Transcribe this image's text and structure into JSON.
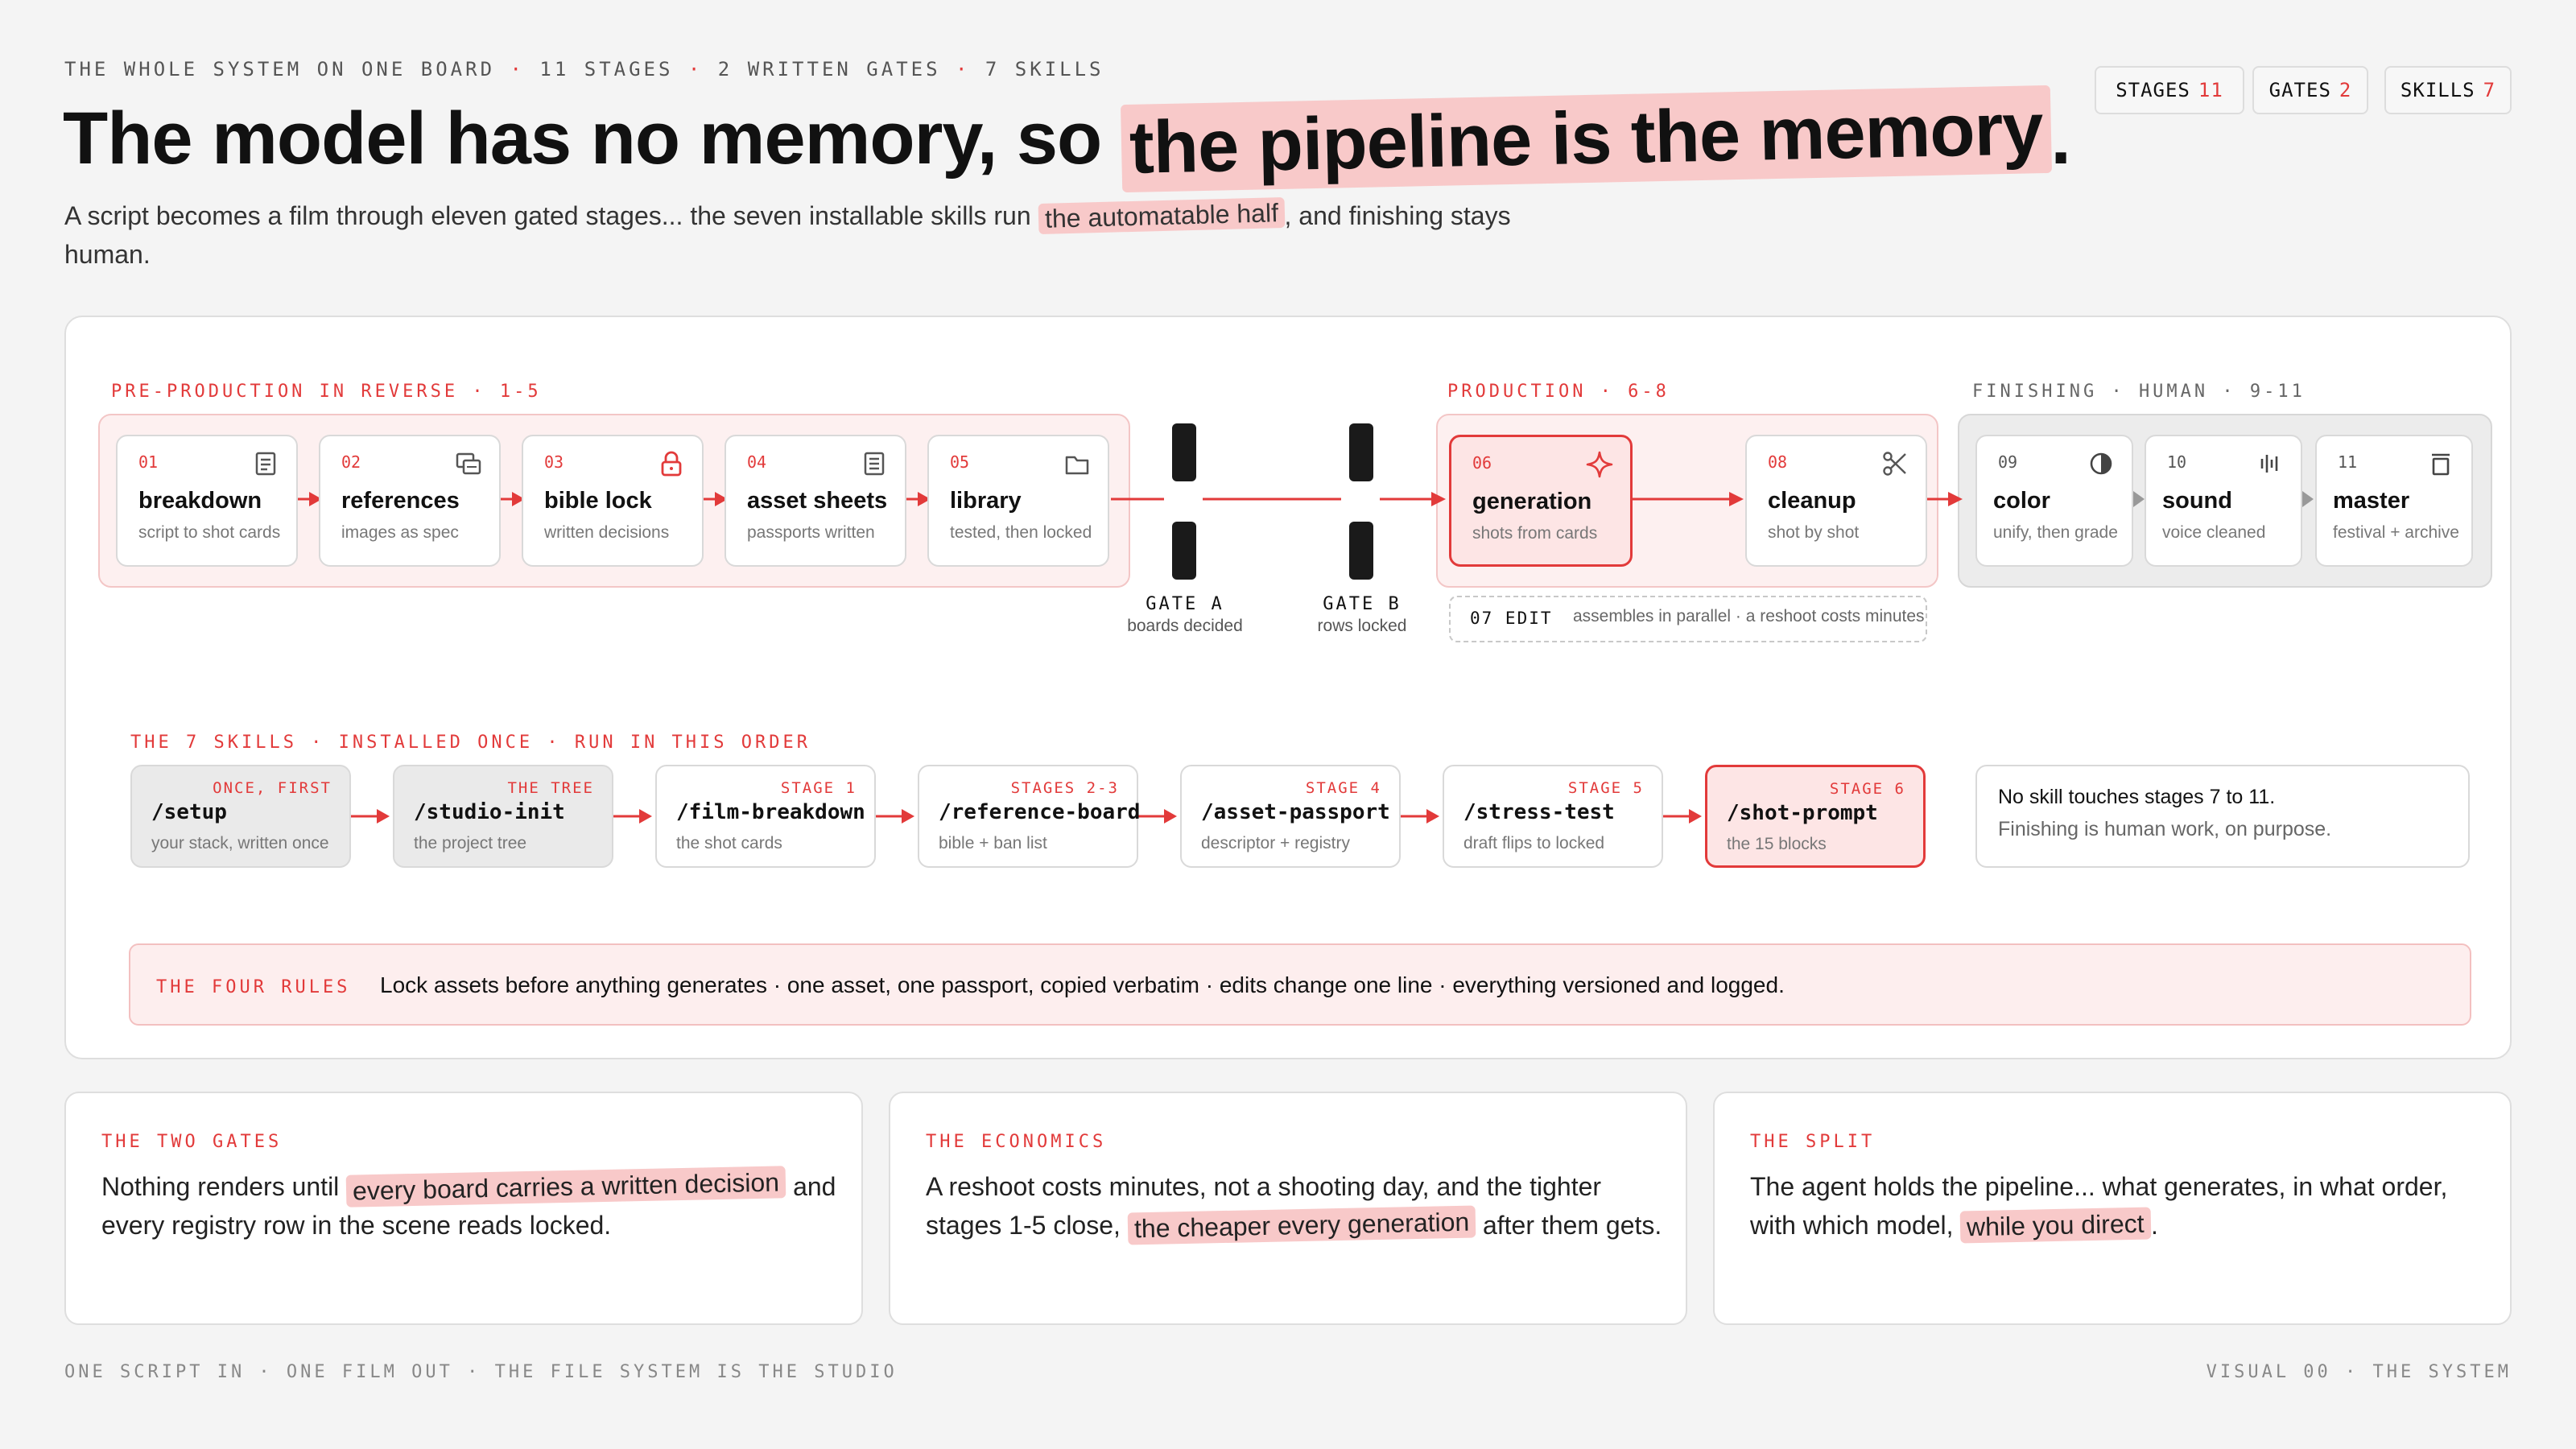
{
  "header": {
    "eyebrow": [
      "THE WHOLE SYSTEM ON ONE BOARD",
      "11 STAGES",
      "2 WRITTEN GATES",
      "7 SKILLS"
    ],
    "eyebrow_sep": "·",
    "title_a": "The model has no memory, so ",
    "title_hl": "the pipeline is the memory",
    "title_end": ".",
    "subtitle_a": "A script becomes a film through eleven gated stages... the seven installable skills run ",
    "subtitle_hl": "the automatable half",
    "subtitle_b": ", and finishing stays human."
  },
  "pills": [
    {
      "label": "STAGES",
      "value": "11"
    },
    {
      "label": "GATES",
      "value": "2"
    },
    {
      "label": "SKILLS",
      "value": "7"
    }
  ],
  "sections": {
    "pre": "PRE-PRODUCTION IN REVERSE · 1-5",
    "prod": "PRODUCTION · 6-8",
    "fin": "FINISHING · HUMAN · 9-11",
    "skills": "THE 7 SKILLS · INSTALLED ONCE · RUN IN THIS ORDER"
  },
  "stages": [
    {
      "num": "01",
      "name": "breakdown",
      "desc": "script to shot cards",
      "icon": "document-icon"
    },
    {
      "num": "02",
      "name": "references",
      "desc": "images as spec",
      "icon": "images-icon"
    },
    {
      "num": "03",
      "name": "bible lock",
      "desc": "written decisions",
      "icon": "lock-icon"
    },
    {
      "num": "04",
      "name": "asset sheets",
      "desc": "passports written",
      "icon": "sheet-icon"
    },
    {
      "num": "05",
      "name": "library",
      "desc": "tested, then locked",
      "icon": "folder-icon"
    },
    {
      "num": "06",
      "name": "generation",
      "desc": "shots from cards",
      "icon": "sparkle-icon"
    },
    {
      "num": "08",
      "name": "cleanup",
      "desc": "shot by shot",
      "icon": "scissors-icon"
    },
    {
      "num": "09",
      "name": "color",
      "desc": "unify, then grade",
      "icon": "contrast-icon"
    },
    {
      "num": "10",
      "name": "sound",
      "desc": "voice cleaned",
      "icon": "waveform-icon"
    },
    {
      "num": "11",
      "name": "master",
      "desc": "festival + archive",
      "icon": "archive-icon"
    }
  ],
  "gates": [
    {
      "label": "GATE A",
      "sub": "boards decided"
    },
    {
      "label": "GATE B",
      "sub": "rows locked"
    }
  ],
  "edit": {
    "tag": "07 EDIT",
    "note": "assembles in parallel · a reshoot costs minutes"
  },
  "skills": [
    {
      "tag": "ONCE, FIRST",
      "cmd": "/setup",
      "desc": "your stack, written once"
    },
    {
      "tag": "THE TREE",
      "cmd": "/studio-init",
      "desc": "the project tree"
    },
    {
      "tag": "STAGE 1",
      "cmd": "/film-breakdown",
      "desc": "the shot cards"
    },
    {
      "tag": "STAGES 2-3",
      "cmd": "/reference-board",
      "desc": "bible + ban list"
    },
    {
      "tag": "STAGE 4",
      "cmd": "/asset-passport",
      "desc": "descriptor + registry"
    },
    {
      "tag": "STAGE 5",
      "cmd": "/stress-test",
      "desc": "draft flips to locked"
    },
    {
      "tag": "STAGE 6",
      "cmd": "/shot-prompt",
      "desc": "the 15 blocks"
    }
  ],
  "note": {
    "line1": "No skill touches stages 7 to 11.",
    "line2": "Finishing is human work, on purpose."
  },
  "rules": {
    "label": "THE FOUR RULES",
    "text": "Lock assets before anything generates · one asset, one passport, copied verbatim · edits change one line · everything versioned and logged."
  },
  "cards": [
    {
      "label": "THE TWO GATES",
      "a": "Nothing renders until ",
      "hl": "every board carries a written decision",
      "b": " and every registry row in the scene reads locked."
    },
    {
      "label": "THE ECONOMICS",
      "a": "A reshoot costs minutes, not a shooting day, and the tighter stages 1-5 close, ",
      "hl": "the cheaper every generation",
      "b": " after them gets."
    },
    {
      "label": "THE SPLIT",
      "a": "The agent holds the pipeline... what generates, in what order, with which model, ",
      "hl": "while you direct",
      "b": "."
    }
  ],
  "footer": {
    "left": "ONE SCRIPT IN · ONE FILM OUT · THE FILE SYSTEM IS THE STUDIO",
    "right": "VISUAL 00 · THE SYSTEM"
  },
  "colors": {
    "accent": "#e23a3a",
    "highlight": "#f8c9c9",
    "panel_tint": "#fdf0f0"
  }
}
